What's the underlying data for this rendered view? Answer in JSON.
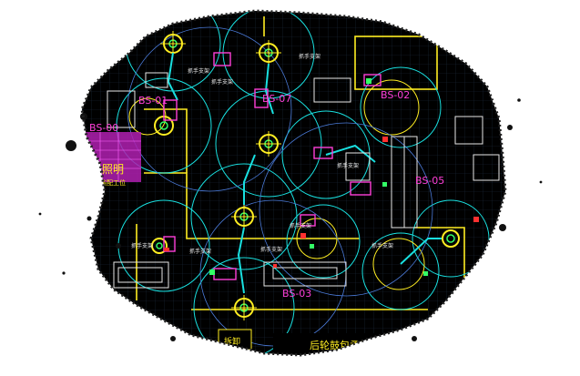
{
  "drawing": {
    "cell_labels": [
      {
        "id": "bs00",
        "text": "BS-00",
        "color": "#ff3fd8"
      },
      {
        "id": "bs01",
        "text": "BS-01",
        "color": "#ff3fd8"
      },
      {
        "id": "bs02",
        "text": "BS-02",
        "color": "#ff3fd8"
      },
      {
        "id": "bs03",
        "text": "BS-03",
        "color": "#ff3fd8"
      },
      {
        "id": "bs05",
        "text": "BS-05",
        "color": "#ff3fd8"
      },
      {
        "id": "bs07",
        "text": "BS-07",
        "color": "#ff3fd8"
      }
    ],
    "area_labels": {
      "special_lighting": "特殊照明",
      "manual_station": "人工装配工位",
      "rear_wheel_area": "后轮鼓包柔性自",
      "bottom_left_tag": "拆卸"
    },
    "note_text": "抓手支架",
    "colors": {
      "background": "#000000",
      "grid": "#1c2a3c",
      "cyan": "#19e0e0",
      "yellow": "#ffee22",
      "magenta": "#ff3fd8",
      "white": "#e8e8e8",
      "red": "#ff3030",
      "green": "#33ff66"
    }
  }
}
